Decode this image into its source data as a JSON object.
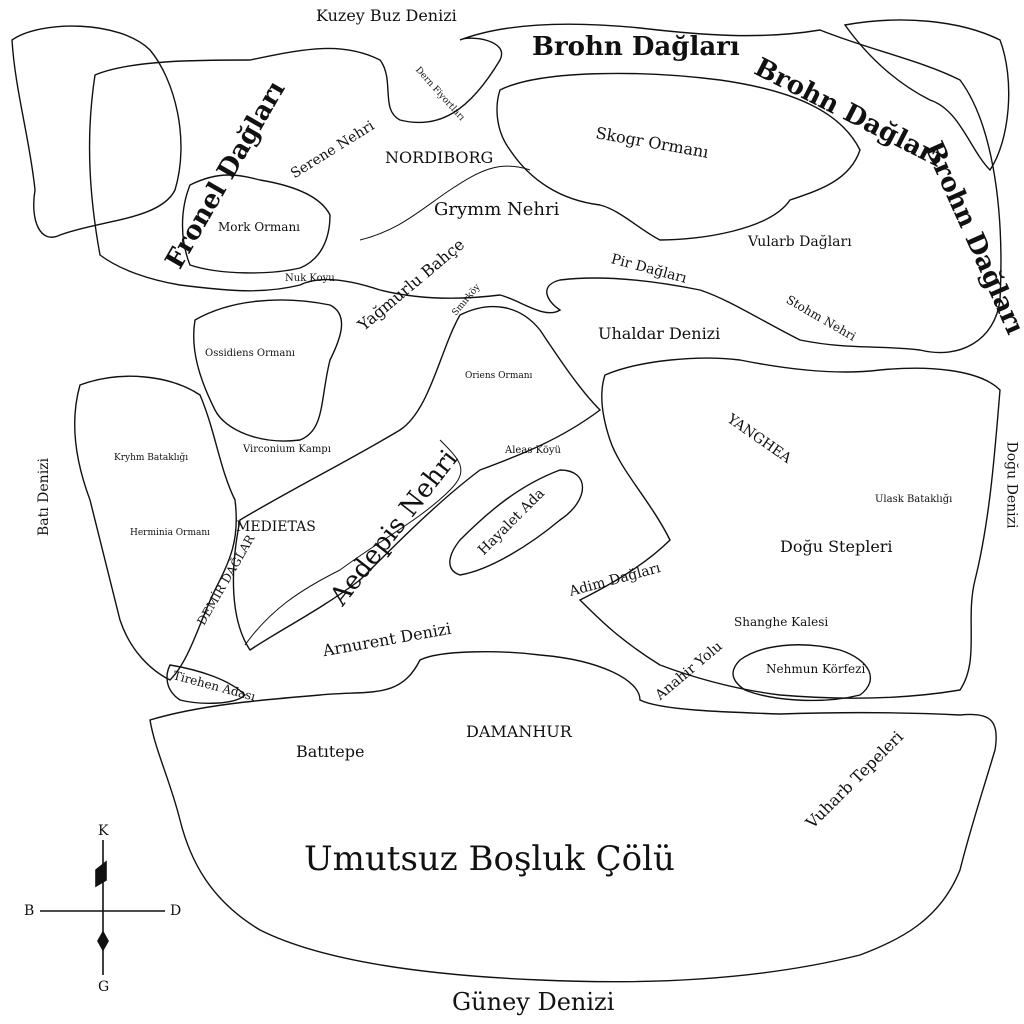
{
  "labels": {
    "kuzey_buz_denizi": "Kuzey Buz Denizi",
    "brohn_1": "Brohn Dağları",
    "brohn_2": "Brohn Dağları",
    "brohn_3": "Brohn Dağları",
    "fronel": "Fronel Dağları",
    "dern": "Dern Fiyortları",
    "serene": "Serene Nehri",
    "nordiborg": "NORDIBORG",
    "grymm": "Grymm Nehri",
    "skogr": "Skogr Ormanı",
    "mork": "Mork Ormanı",
    "nuk": "Nuk Koyu",
    "yagmurlu": "Yağmurlu Bahçe",
    "smirkoy": "Smırköy",
    "pir": "Pir Dağları",
    "vularb": "Vularb Dağları",
    "stohm": "Stohm Nehri",
    "uhaldar": "Uhaldar Denizi",
    "ossidiens": "Ossidiens Ormanı",
    "oriens": "Oriens Ormanı",
    "virconium": "Virconium Kampı",
    "kryhm": "Kryhm Bataklığı",
    "aleas": "Aleas Köyü",
    "yanghea": "YANGHEA",
    "ulask": "Ulask Bataklığı",
    "bati_denizi": "Batı Denizi",
    "dogu_denizi": "Doğu Denizi",
    "medietas": "MEDIETAS",
    "aedepis": "Aedepis Nehri",
    "herminia": "Herminia Ormanı",
    "demir": "DEMİR DAĞLAR",
    "hayalet": "Hayalet Ada",
    "dogu_stepleri": "Doğu Stepleri",
    "adim": "Adim Dağları",
    "shanghe": "Shanghe Kalesi",
    "arnurent": "Arnurent Denizi",
    "nehmun": "Nehmun Körfezi",
    "anahir": "Anahir Yolu",
    "tirehen": "Tirehen Adası",
    "damanhur": "DAMANHUR",
    "batitepe": "Batıtepe",
    "vuharb": "Vuharb Tepeleri",
    "umutsuz": "Umutsuz Boşluk Çölü",
    "guney_denizi": "Güney Denizi"
  },
  "compass": {
    "north": "K",
    "west": "B",
    "east": "D",
    "south": "G"
  }
}
